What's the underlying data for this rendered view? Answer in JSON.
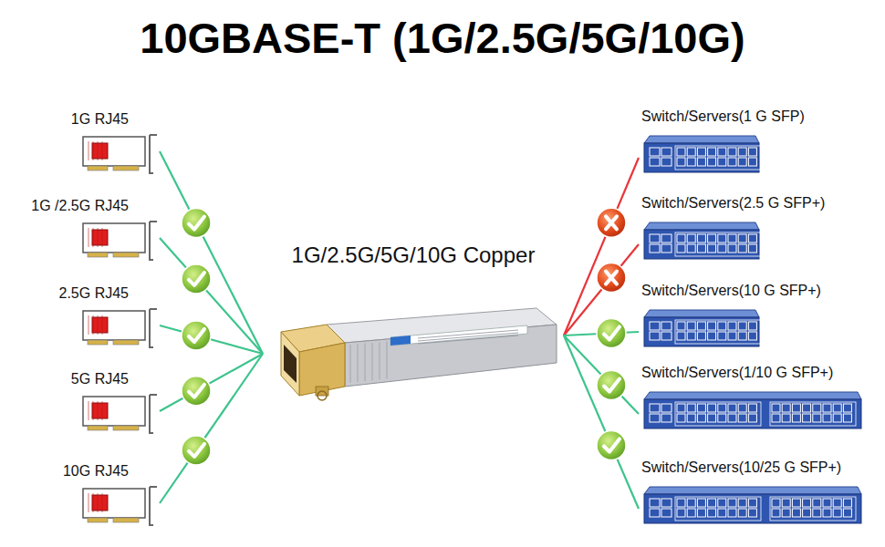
{
  "diagram": {
    "title": "10GBASE-T (1G/2.5G/5G/10G)",
    "nodes": [
      {
        "text": [
          "1G RJ45"
        ]
      },
      {
        "text": [
          "1G /2.5G RJ45"
        ]
      },
      {
        "text": [
          "2.5G RJ45"
        ]
      },
      {
        "text": [
          "5G RJ45"
        ]
      },
      {
        "text": [
          "10G RJ45"
        ]
      },
      {
        "text": [
          "1G/2.5G/5G/10G Copper"
        ]
      },
      {
        "text": [
          "Switch/Servers(1 G SFP)"
        ]
      },
      {
        "text": [
          "Switch/Servers(2.5 G SFP+)"
        ]
      },
      {
        "text": [
          "Switch/Servers(10 G SFP+)"
        ]
      },
      {
        "text": [
          "Switch/Servers(1/10 G SFP+)"
        ]
      },
      {
        "text": [
          "Switch/Servers(10/25 G SFP+)"
        ]
      }
    ],
    "edges": [
      {
        "from": 0,
        "to": 5,
        "arrow": "none"
      },
      {
        "from": 1,
        "to": 5,
        "arrow": "none"
      },
      {
        "from": 2,
        "to": 5,
        "arrow": "none"
      },
      {
        "from": 3,
        "to": 5,
        "arrow": "none"
      },
      {
        "from": 4,
        "to": 5,
        "arrow": "none"
      },
      {
        "from": 5,
        "to": 6,
        "arrow": "none"
      },
      {
        "from": 5,
        "to": 7,
        "arrow": "none"
      },
      {
        "from": 5,
        "to": 8,
        "arrow": "none"
      },
      {
        "from": 5,
        "to": 9,
        "arrow": "none"
      },
      {
        "from": 5,
        "to": 10,
        "arrow": "none"
      }
    ]
  }
}
